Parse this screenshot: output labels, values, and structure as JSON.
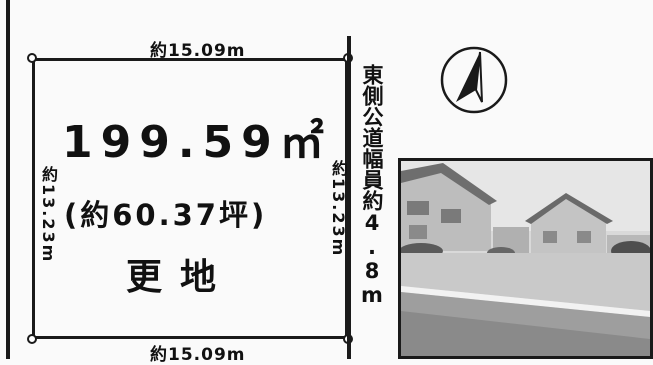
{
  "lot": {
    "top_dimension": "約15.09m",
    "bottom_dimension": "約15.09m",
    "left_dimension": "約13.23m",
    "right_dimension": "約13.23m",
    "area_sqm": "199.59㎡",
    "area_tsubo": "(約60.37坪)",
    "land_type": "更地"
  },
  "road": {
    "label": "東側公道幅員約4.8m"
  },
  "icons": {
    "compass": "north-arrow-icon"
  },
  "colors": {
    "line": "#1a1a1a",
    "background": "#fafafa"
  }
}
